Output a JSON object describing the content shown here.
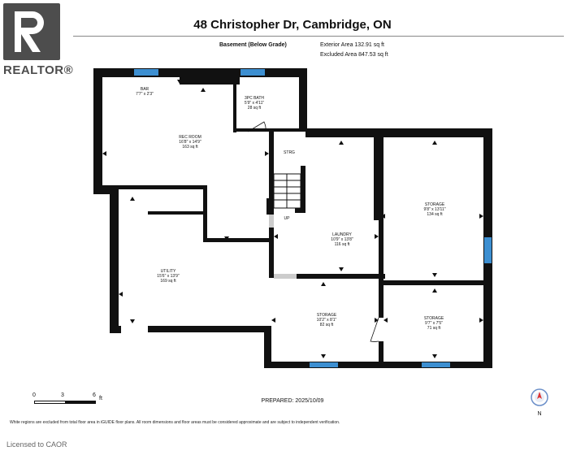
{
  "header": {
    "logo_text": "REALTOR®",
    "title": "48 Christopher Dr, Cambridge, ON"
  },
  "meta": {
    "level": "Basement (Below Grade)",
    "exterior_area": "Exterior Area 132.91 sq ft",
    "excluded_area": "Excluded Area 847.53 sq ft"
  },
  "rooms": {
    "bar": {
      "name": "BAR",
      "dims": "7'7\" x 2'3\""
    },
    "bath": {
      "name": "3PC BATH",
      "dims": "5'9\" x 4'11\"",
      "area": "28 sq ft"
    },
    "rec": {
      "name": "REC ROOM",
      "dims": "16'8\" x 14'9\"",
      "area": "163 sq ft"
    },
    "strg": {
      "name": "STRG"
    },
    "up": {
      "name": "UP"
    },
    "storage1": {
      "name": "STORAGE",
      "dims": "9'8\" x 13'11\"",
      "area": "134 sq ft"
    },
    "laundry": {
      "name": "LAUNDRY",
      "dims": "10'9\" x 13'8\"",
      "area": "116 sq ft"
    },
    "utility": {
      "name": "UTILITY",
      "dims": "15'6\" x 13'9\"",
      "area": "169 sq ft"
    },
    "storage2": {
      "name": "STORAGE",
      "dims": "10'2\" x 8'1\"",
      "area": "82 sq ft"
    },
    "storage3": {
      "name": "STORAGE",
      "dims": "9'7\" x 7'5\"",
      "area": "71 sq ft"
    }
  },
  "scale": {
    "ticks": [
      "0",
      "3",
      "6"
    ],
    "unit": "ft"
  },
  "prepared": "PREPARED: 2025/10/09",
  "compass_label": "N",
  "footnote": "White regions are excluded from total floor area in iGUIDE floor plans. All room dimensions and floor areas must be considered approximate and are subject to independent verification.",
  "licensed": "Licensed to CAOR",
  "colors": {
    "wall": "#111111",
    "window": "#3d8fd1",
    "logo": "#4d4d4d"
  }
}
